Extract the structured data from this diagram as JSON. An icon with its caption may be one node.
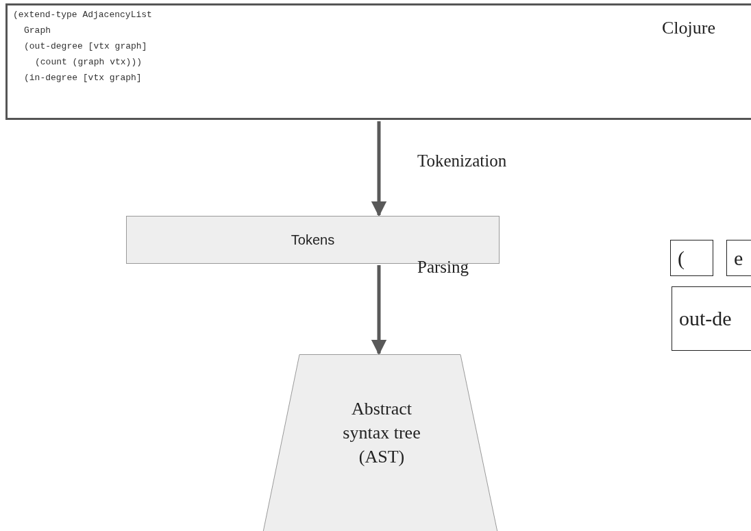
{
  "diagram": {
    "nodes": [
      {
        "text": [
          "(extend-type AdjacencyList",
          "Graph",
          "(out-degree [vtx graph]",
          "(count (graph vtx)))",
          "(in-degree [vtx graph]",
          "Clojure"
        ]
      },
      {
        "text": [
          "Tokens"
        ]
      },
      {
        "text": [
          "Abstract syntax tree (AST)"
        ]
      },
      {
        "text": [
          "("
        ]
      },
      {
        "text": [
          "e"
        ]
      },
      {
        "text": [
          "out-de"
        ]
      }
    ],
    "edges": [
      {
        "from": 0,
        "to": 1,
        "arrow": "to",
        "label": "Tokenization"
      },
      {
        "from": 1,
        "to": 2,
        "arrow": "to",
        "label": "Parsing"
      }
    ]
  }
}
